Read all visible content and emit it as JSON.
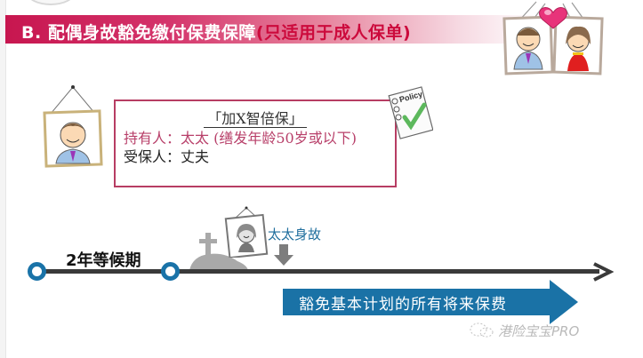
{
  "banner": {
    "title": "B. 配偶身故豁免缴付保费保障",
    "highlight": "(只适用于成人保单)",
    "colors": {
      "start": "#c7164f",
      "highlight_text": "#cc0a3c"
    }
  },
  "illustrations": {
    "couple": "couple-portraits-with-heart",
    "husband": "husband-portrait",
    "wife": "wife-portrait",
    "policy": "policy-checklist-icon",
    "grave": "gravestone-cross"
  },
  "policy_box": {
    "product": "「加X智倍保」",
    "holder_label": "持有人：",
    "holder_value": "太太 (缮发年龄50岁或以下)",
    "insured_label": "受保人：",
    "insured_value": "丈夫",
    "policy_badge": "Policy",
    "border_color": "#b73d63"
  },
  "timeline": {
    "waiting_period": "2年等候期",
    "event": "太太身故",
    "waiver": "豁免基本计划的所有将来保费",
    "colors": {
      "line": "#3a3a3a",
      "node": "#1a73a8",
      "waiver_arrow": "#1a72a6",
      "event_text": "#1f6e9d"
    }
  },
  "watermark": {
    "text": "港险宝宝PRO"
  }
}
